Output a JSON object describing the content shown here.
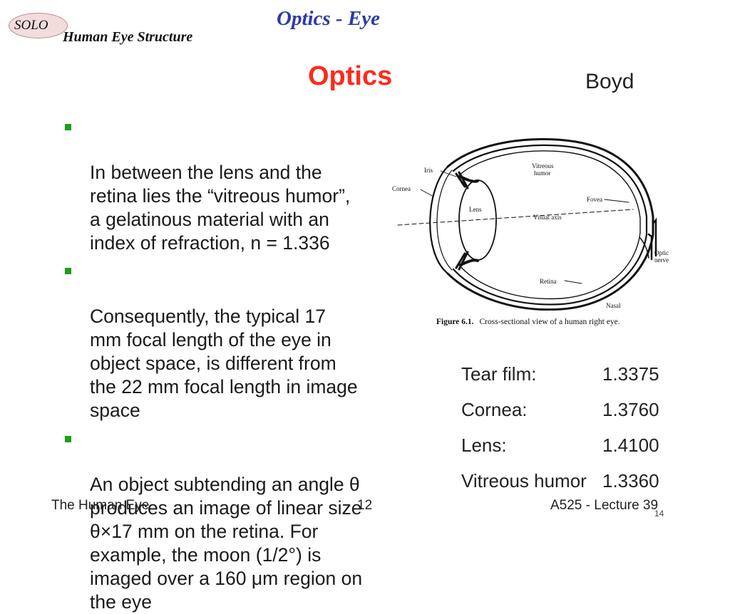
{
  "header": {
    "badge": "SOLO",
    "subtitle": "Human Eye Structure",
    "title": "Optics - Eye"
  },
  "slide": {
    "heading": "Optics",
    "author": "Boyd",
    "bullets": [
      "In between the lens and the\nretina lies the “vitreous humor”,\na gelatinous material with an\nindex of refraction, n = 1.336",
      "Consequently, the typical 17\nmm focal length of the eye in\nobject space, is different from\nthe 22 mm focal length in image\nspace",
      "An object subtending an angle θ\nproduces an image of linear size\nθ×17 mm on the retina.  For\nexample, the moon (1/2°) is\nimaged over a 160 μm region on\nthe eye"
    ],
    "accent_color": "#ff2a1a",
    "bullet_color": "#1aa01a",
    "title_color": "#2b3aa8"
  },
  "figure": {
    "labels": {
      "iris": "Iris",
      "cornea": "Cornea",
      "lens": "Lens",
      "vitreous": "Vitreous",
      "humor": "humor",
      "visual_axis": "Visual axis",
      "fovea": "Fovea",
      "optic": "Optic",
      "nerve": "nerve",
      "retina": "Retina",
      "nasal": "Nasal"
    },
    "caption_number": "Figure 6.1.",
    "caption_text": "Cross-sectional view of a human right eye."
  },
  "indices": [
    {
      "name": "Tear film:",
      "value": "1.3375"
    },
    {
      "name": "Cornea:",
      "value": "1.3760"
    },
    {
      "name": "Lens:",
      "value": "1.4100"
    },
    {
      "name": "Vitreous humor",
      "value": "1.3360"
    }
  ],
  "footer": {
    "left": "The Human Eye",
    "center": "12",
    "right": "A525 - Lecture 39",
    "slide_number": "14"
  }
}
